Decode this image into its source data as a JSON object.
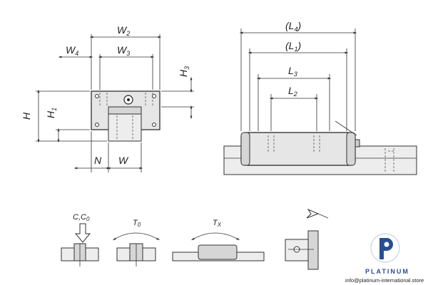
{
  "front_view": {
    "labels": {
      "w2": "W",
      "w2_sub": "2",
      "w4": "W",
      "w4_sub": "4",
      "w3": "W",
      "w3_sub": "3",
      "h3": "H",
      "h3_sub": "3",
      "h": "H",
      "h1": "H",
      "h1_sub": "1",
      "n": "N",
      "w": "W"
    }
  },
  "side_view": {
    "labels": {
      "l4": "(L",
      "l4_sub": "4",
      "l4_close": ")",
      "l1": "(L",
      "l1_sub": "1",
      "l1_close": ")",
      "l3": "L",
      "l3_sub": "3",
      "l2": "L",
      "l2_sub": "2"
    }
  },
  "load_icons": {
    "c_label": "C,C",
    "c_sub": "0",
    "t0_label": "T",
    "t0_sub": "0",
    "tx_label": "T",
    "tx_sub": "X"
  },
  "watermark": {
    "brand": "PLATINUM",
    "contact": "info@platinum-international.store",
    "brand_color": "#2a4f8f"
  }
}
